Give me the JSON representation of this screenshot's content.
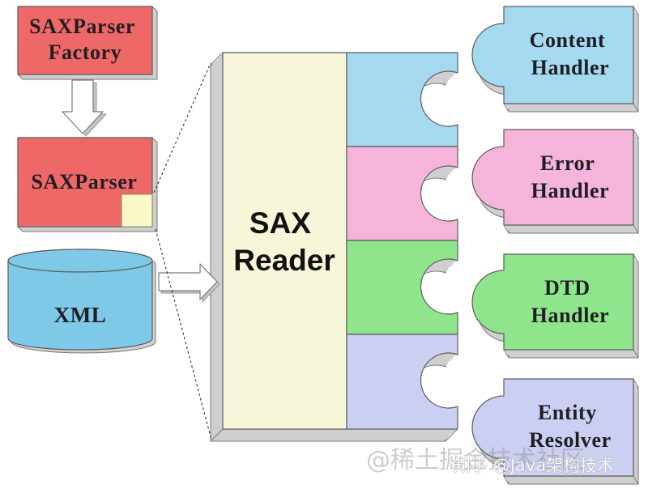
{
  "diagram": {
    "parser_factory": {
      "lines": [
        "SAXParser",
        "Factory"
      ],
      "color": "#ef6868"
    },
    "parser": {
      "label": "SAXParser",
      "color": "#ef6868",
      "reader_marker_color": "#fbf8c8"
    },
    "xml_document": {
      "label": "XML",
      "color": "#7fc9e8"
    },
    "sax_reader": {
      "lines": [
        "SAX",
        "Reader"
      ],
      "color": "#f8f6d9"
    },
    "handlers": [
      {
        "lines": [
          "Content",
          "Handler"
        ],
        "color": "#a5d9f0"
      },
      {
        "lines": [
          "Error",
          "Handler"
        ],
        "color": "#f5b4d9"
      },
      {
        "lines": [
          "DTD",
          "Handler"
        ],
        "color": "#8fe58c"
      },
      {
        "lines": [
          "Entity",
          "Resolver"
        ],
        "color": "#cbcff1"
      }
    ]
  },
  "watermarks": [
    "@稀土掘金技术社区",
    "知乎 @Java架构技术"
  ]
}
